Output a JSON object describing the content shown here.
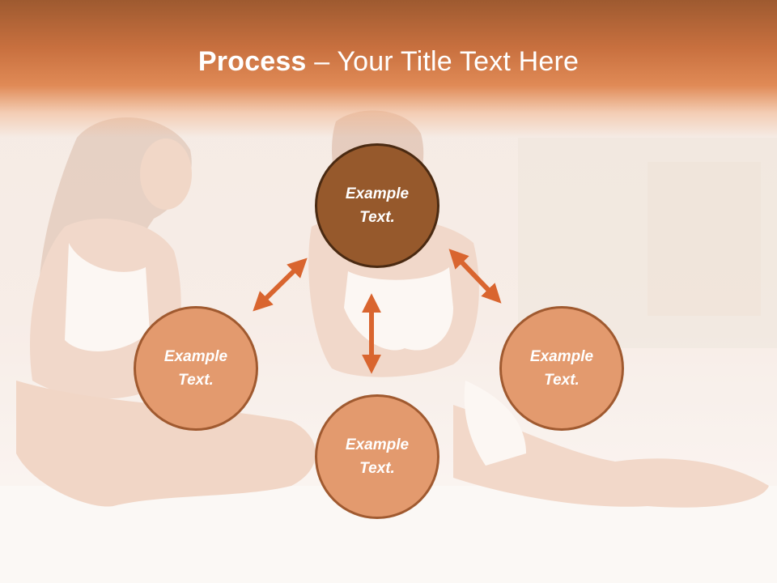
{
  "slide": {
    "title_bold": "Process",
    "title_rest": " – Your Title Text Here"
  },
  "nodes": [
    {
      "label": "Example\nText.",
      "role": "top"
    },
    {
      "label": "Example\nText.",
      "role": "left"
    },
    {
      "label": "Example\nText.",
      "role": "right"
    },
    {
      "label": "Example\nText.",
      "role": "bottom"
    }
  ],
  "colors": {
    "header": "#c8703f",
    "node_primary": "#96592c",
    "node_secondary": "#e39a6e",
    "arrow": "#d9652f"
  }
}
